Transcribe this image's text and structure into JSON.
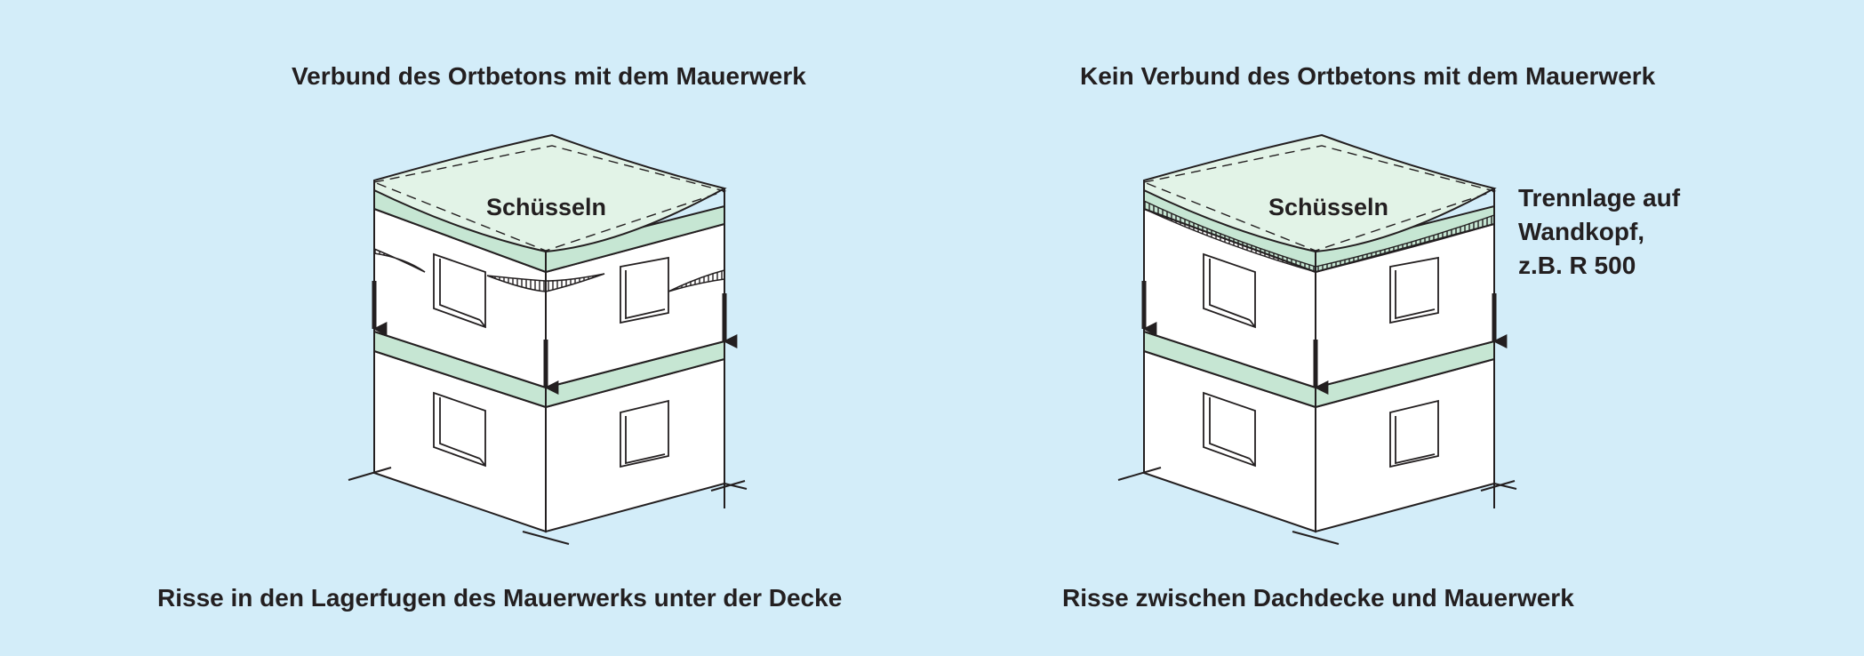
{
  "left": {
    "title": "Verbund des Ortbetons mit dem Mauerwerk",
    "roof_label": "Schüsseln",
    "caption": "Risse in den Lagerfugen des Mauerwerks unter der Decke"
  },
  "right": {
    "title": "Kein Verbund des Ortbetons mit dem Mauerwerk",
    "roof_label": "Schüsseln",
    "caption": "Risse zwischen Dachdecke und Mauerwerk",
    "note_lines": [
      "Trennlage auf",
      "Wandkopf,",
      "z.B. R 500"
    ]
  },
  "colors": {
    "background": "#d3edf9",
    "slab_green": "#c6e6d3",
    "roof_green": "#e2f3e7",
    "wall": "#ffffff",
    "ink": "#231f20"
  }
}
